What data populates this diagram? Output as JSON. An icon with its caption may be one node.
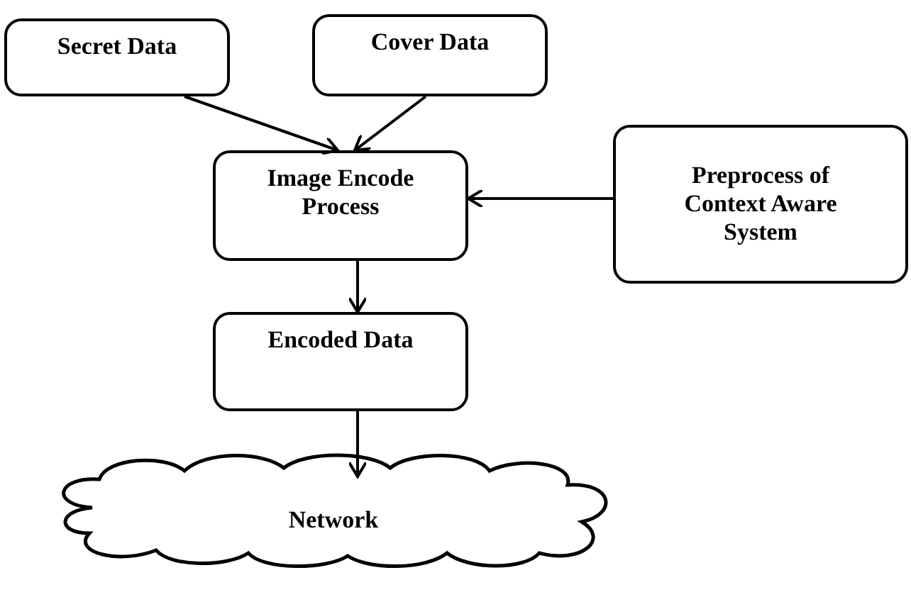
{
  "diagram": {
    "nodes": [
      {
        "text": [
          "Secret Data"
        ]
      },
      {
        "text": [
          "Cover Data"
        ]
      },
      {
        "text": [
          "Image Encode Process"
        ]
      },
      {
        "text": [
          "Preprocess of Context Aware System"
        ]
      },
      {
        "text": [
          "Encoded Data"
        ]
      },
      {
        "text": [
          "Network"
        ]
      }
    ],
    "edges": [
      {
        "from": 0,
        "to": 2,
        "arrow": "to"
      },
      {
        "from": 1,
        "to": 2,
        "arrow": "to"
      },
      {
        "from": 3,
        "to": 2,
        "arrow": "to"
      },
      {
        "from": 2,
        "to": 4,
        "arrow": "to"
      },
      {
        "from": 4,
        "to": 5,
        "arrow": "to"
      }
    ]
  }
}
